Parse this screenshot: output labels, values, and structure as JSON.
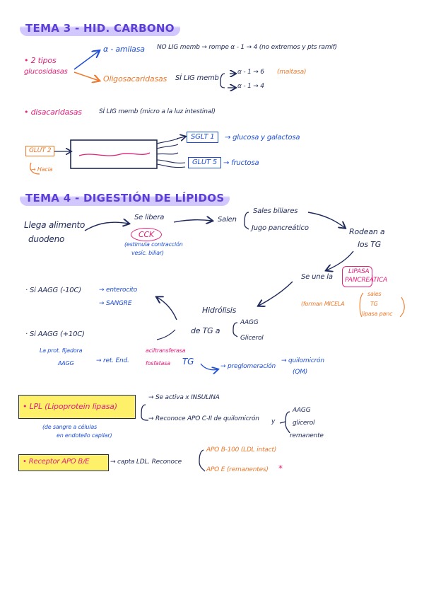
{
  "tema3": {
    "title": "TEMA 3 - HID. CARBONO",
    "tipos_label": "• 2 tipos",
    "tipos_label2": "glucosidasas",
    "alfa_amilasa": "α - amilasa",
    "alfa_amilasa_desc": "NO LIG memb → rompe α - 1 → 4 (no extremos y pts ramif)",
    "oligosacaridasas": "Oligosacaridasas",
    "oligo_desc": "SÍ LIG memb",
    "alfa16": "α - 1 → 6",
    "maltasa": "(maltasa)",
    "alfa14": "α - 1 → 4",
    "disacaridasas": "• disacaridasas",
    "disacaridasas_desc": "SÍ LIG memb (micro a la luz intestinal)",
    "glut2": "GLUT 2",
    "hacia": "→ Hacia",
    "sglt1": "SGLT 1",
    "glucosa_galactosa": "→ glucosa y galactosa",
    "glut5": "GLUT 5",
    "fructosa": "→ fructosa"
  },
  "tema4": {
    "title": "TEMA 4 - DIGESTIÓN DE LÍPIDOS",
    "llega1": "Llega alimento",
    "llega2": "duodeno",
    "se_libera": "Se libera",
    "cck": "CCK",
    "cck_desc1": "(estimula contracción",
    "cck_desc2": "vesíc. biliar)",
    "salen": "Salen",
    "sales_biliares": "Sales biliares",
    "jugo_pancreatico": "Jugo pancreático",
    "rodean1": "Rodean a",
    "rodean2": "los TG",
    "se_une": "Se une la",
    "lipasa1": "LIPASA",
    "lipasa2": "PANCREÁTICA",
    "micela": "(forman MICELA",
    "sales": "sales",
    "tg_small": "TG",
    "lipasa_panc": "lipasa panc",
    "hidrolisis1": "Hidrólisis",
    "hidrolisis2": "de TG a",
    "aagg": "AAGG",
    "glicerol": "Glicerol",
    "aagg_menor": "· Si AAGG (-10C)",
    "enterocito": "→ enterocito",
    "sangre": "→ SANGRE",
    "aagg_mayor": "· Si AAGG (+10C)",
    "prot1": "La prot. fijadora",
    "prot2": "AAGG",
    "re": "→ ret. End.",
    "aciltransferasa": "aciltransferasa",
    "fosfatasa": "fosfatasa",
    "tg": "TG",
    "reglomeracion": "→ preglomeración",
    "quilomicron1": "→ quilomicrón",
    "quilomicron2": "(QM)"
  },
  "lpl": {
    "label": "• LPL (Lipoprotein lipasa)",
    "sub1": "(de sangre a células",
    "sub2": "en endotelio capilar)",
    "insulina": "→ Se activa x INSULINA",
    "reconoce": "→ Reconoce APO C-II de quilomicrón",
    "y": "y",
    "aagg": "AAGG",
    "glicerol": "glicerol",
    "remanente": "remanente"
  },
  "receptor": {
    "label": "• Receptor APO B/E",
    "capta": "→ capta LDL. Reconoce",
    "apob": "APO B-100 (LDL intact)",
    "apoe": "APO E (remanentes)",
    "star": "*"
  }
}
